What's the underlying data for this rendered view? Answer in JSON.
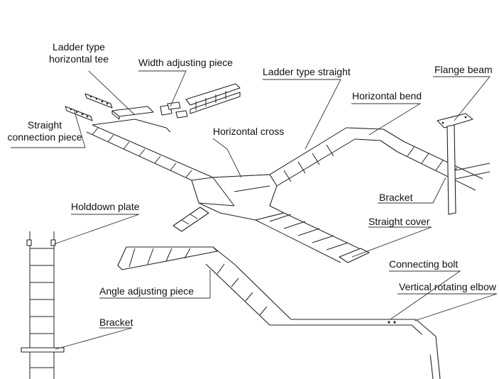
{
  "labels": {
    "ladder_type_horizontal_tee": "Ladder type\nhorizontal tee",
    "width_adjusting_piece": "Width adjusting piece",
    "ladder_type_straight": "Ladder type straight",
    "flange_beam": "Flange beam",
    "straight_connection_piece": "Straight\nconnection piece",
    "horizontal_bend": "Horizontal bend",
    "horizontal_cross": "Horizontal cross",
    "bracket_right": "Bracket",
    "holddown_plate": "Holddown plate",
    "straight_cover": "Straight cover",
    "connecting_bolt": "Connecting bolt",
    "angle_adjusting_piece": "Angle adjusting piece",
    "vertical_rotating_elbow": "Vertical rotating elbow",
    "bracket_left": "Bracket"
  },
  "colors": {
    "line": "#222222",
    "background": "#ffffff",
    "text": "#111111"
  }
}
